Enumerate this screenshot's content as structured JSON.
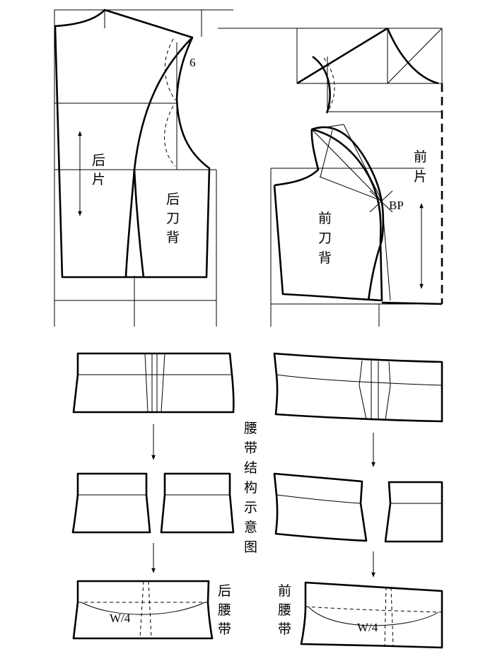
{
  "labels": {
    "back_piece": [
      "后",
      "片"
    ],
    "back_side_panel": [
      "后",
      "刀",
      "背"
    ],
    "front_piece": [
      "前",
      "片"
    ],
    "front_side_panel": [
      "前",
      "刀",
      "背"
    ],
    "bust_point": "BP",
    "measure_6": "6",
    "waistband_title": [
      "腰",
      "带",
      "结",
      "构",
      "示",
      "意",
      "图"
    ],
    "back_waistband": [
      "后",
      "腰",
      "带"
    ],
    "front_waistband": [
      "前",
      "腰",
      "带"
    ],
    "w4_back": "W/4",
    "w4_front": "W/4"
  }
}
